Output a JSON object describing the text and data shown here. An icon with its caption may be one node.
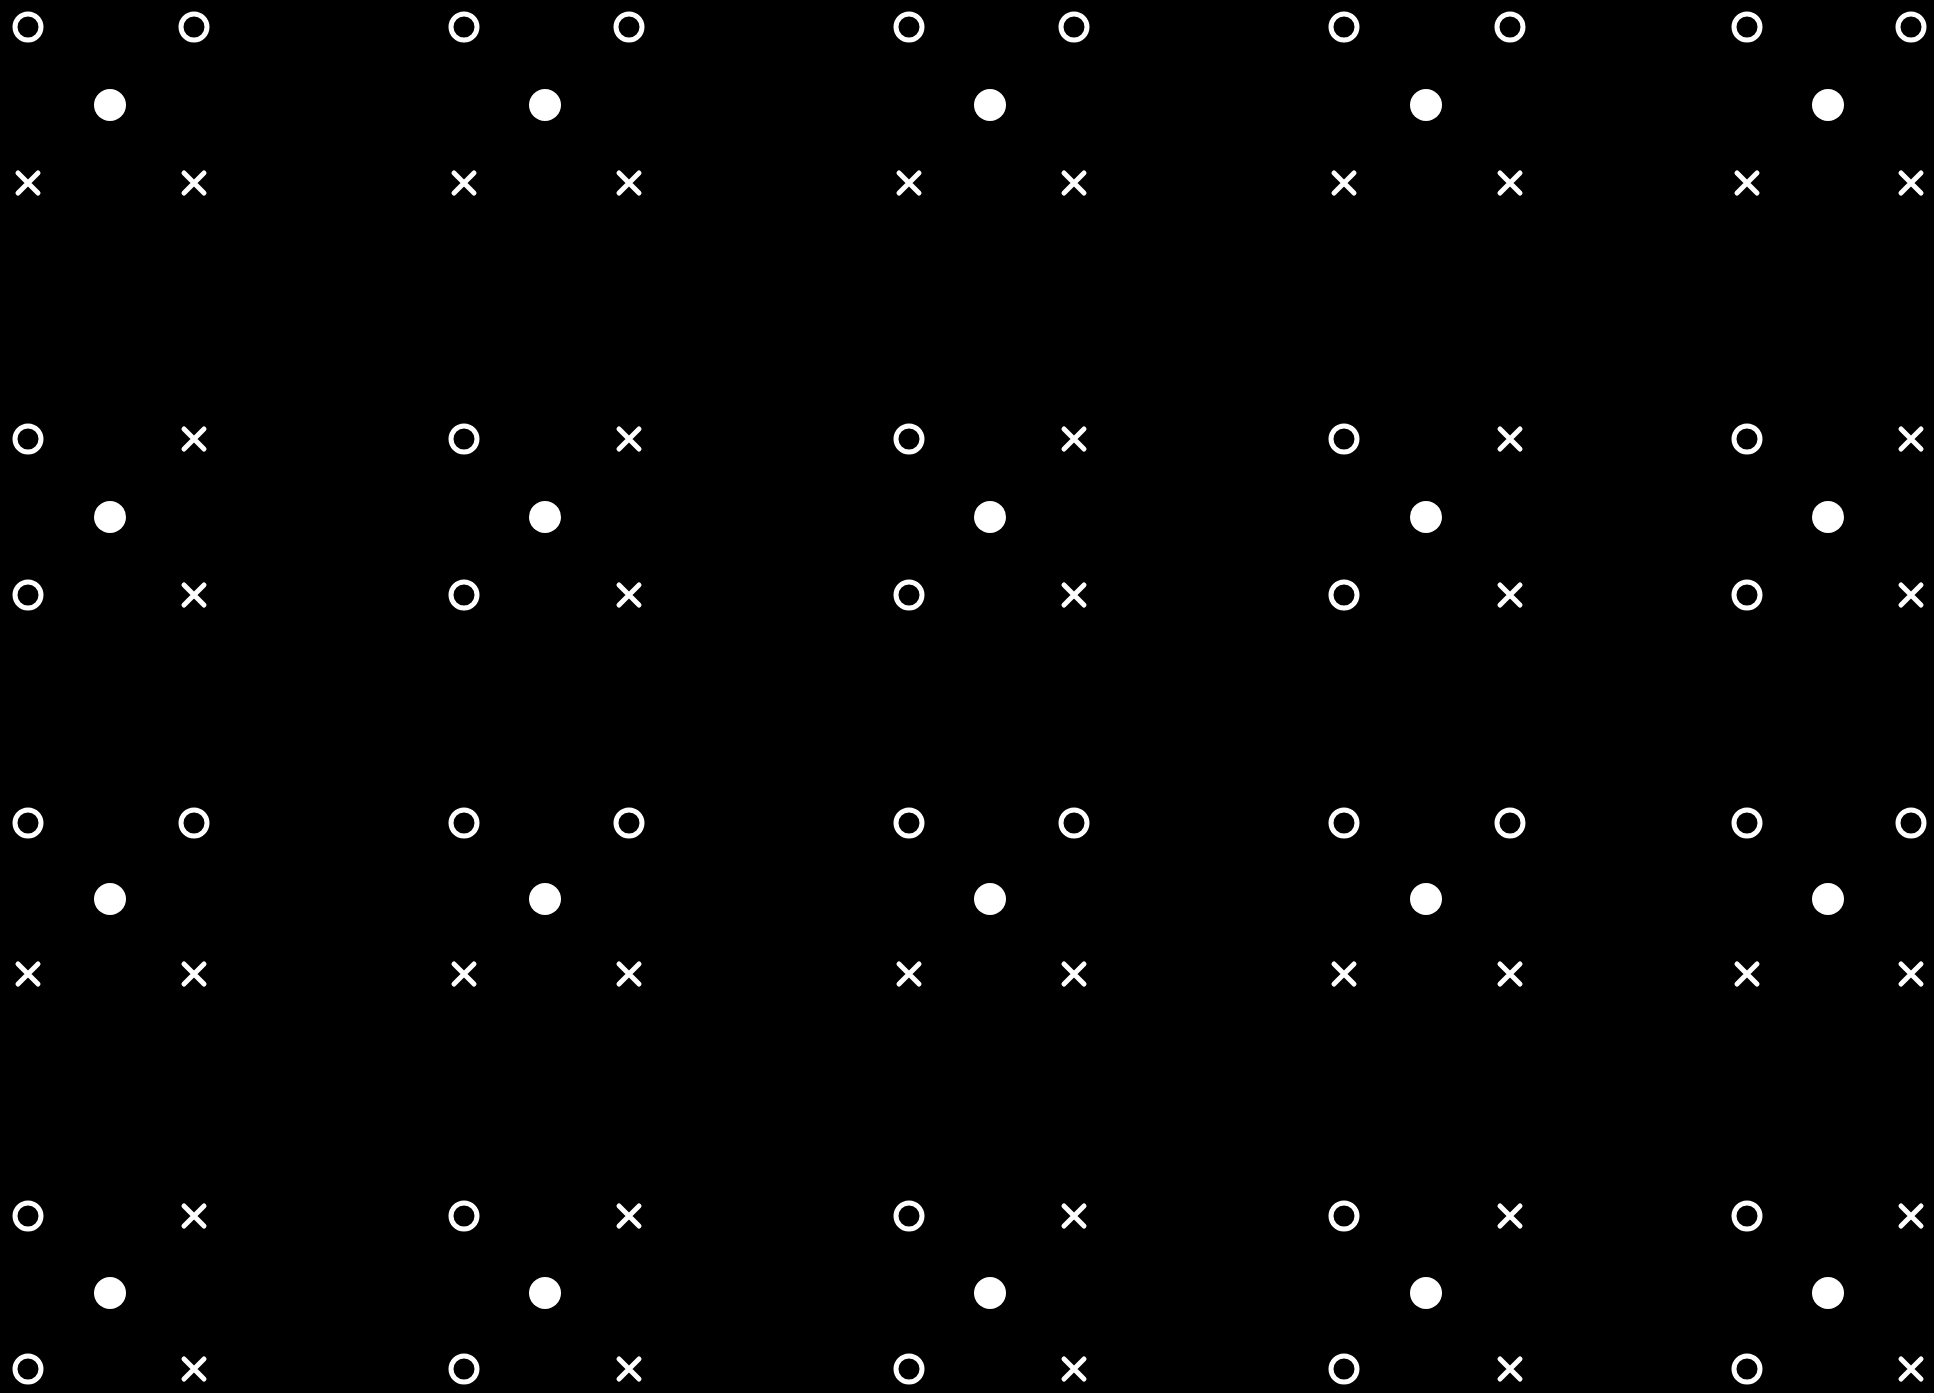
{
  "diagram": {
    "nodes": [
      {
        "text": [],
        "shape": "circle"
      },
      {
        "text": [],
        "shape": "circle"
      },
      {
        "text": [],
        "shape": "circle"
      },
      {
        "text": [],
        "shape": "circle"
      },
      {
        "text": [],
        "shape": "circle"
      },
      {
        "text": [],
        "shape": "circle"
      },
      {
        "text": [],
        "shape": "circle"
      },
      {
        "text": [],
        "shape": "circle"
      },
      {
        "text": [],
        "shape": "circle"
      },
      {
        "text": [],
        "shape": "circle"
      },
      {
        "text": [],
        "shape": "dot"
      },
      {
        "text": [],
        "shape": "dot"
      },
      {
        "text": [],
        "shape": "dot"
      },
      {
        "text": [],
        "shape": "dot"
      },
      {
        "text": [],
        "shape": "dot"
      },
      {
        "text": [],
        "shape": "cross"
      },
      {
        "text": [],
        "shape": "cross"
      },
      {
        "text": [],
        "shape": "cross"
      },
      {
        "text": [],
        "shape": "cross"
      },
      {
        "text": [],
        "shape": "cross"
      },
      {
        "text": [],
        "shape": "cross"
      },
      {
        "text": [],
        "shape": "cross"
      },
      {
        "text": [],
        "shape": "cross"
      },
      {
        "text": [],
        "shape": "cross"
      },
      {
        "text": [],
        "shape": "cross"
      },
      {
        "text": [],
        "shape": "circle"
      },
      {
        "text": [],
        "shape": "cross"
      },
      {
        "text": [],
        "shape": "circle"
      },
      {
        "text": [],
        "shape": "cross"
      },
      {
        "text": [],
        "shape": "circle"
      },
      {
        "text": [],
        "shape": "cross"
      },
      {
        "text": [],
        "shape": "circle"
      },
      {
        "text": [],
        "shape": "cross"
      },
      {
        "text": [],
        "shape": "circle"
      },
      {
        "text": [],
        "shape": "cross"
      },
      {
        "text": [],
        "shape": "dot"
      },
      {
        "text": [],
        "shape": "dot"
      },
      {
        "text": [],
        "shape": "dot"
      },
      {
        "text": [],
        "shape": "dot"
      },
      {
        "text": [],
        "shape": "dot"
      },
      {
        "text": [],
        "shape": "circle"
      },
      {
        "text": [],
        "shape": "cross"
      },
      {
        "text": [],
        "shape": "circle"
      },
      {
        "text": [],
        "shape": "cross"
      },
      {
        "text": [],
        "shape": "circle"
      },
      {
        "text": [],
        "shape": "cross"
      },
      {
        "text": [],
        "shape": "circle"
      },
      {
        "text": [],
        "shape": "cross"
      },
      {
        "text": [],
        "shape": "circle"
      },
      {
        "text": [],
        "shape": "cross"
      },
      {
        "text": [],
        "shape": "circle"
      },
      {
        "text": [],
        "shape": "circle"
      },
      {
        "text": [],
        "shape": "circle"
      },
      {
        "text": [],
        "shape": "circle"
      },
      {
        "text": [],
        "shape": "circle"
      },
      {
        "text": [],
        "shape": "circle"
      },
      {
        "text": [],
        "shape": "circle"
      },
      {
        "text": [],
        "shape": "circle"
      },
      {
        "text": [],
        "shape": "circle"
      },
      {
        "text": [],
        "shape": "circle"
      },
      {
        "text": [],
        "shape": "dot"
      },
      {
        "text": [],
        "shape": "dot"
      },
      {
        "text": [],
        "shape": "dot"
      },
      {
        "text": [],
        "shape": "dot"
      },
      {
        "text": [],
        "shape": "dot"
      },
      {
        "text": [],
        "shape": "cross"
      },
      {
        "text": [],
        "shape": "cross"
      },
      {
        "text": [],
        "shape": "cross"
      },
      {
        "text": [],
        "shape": "cross"
      },
      {
        "text": [],
        "shape": "cross"
      },
      {
        "text": [],
        "shape": "cross"
      },
      {
        "text": [],
        "shape": "cross"
      },
      {
        "text": [],
        "shape": "cross"
      },
      {
        "text": [],
        "shape": "cross"
      },
      {
        "text": [],
        "shape": "cross"
      },
      {
        "text": [],
        "shape": "circle"
      },
      {
        "text": [],
        "shape": "cross"
      },
      {
        "text": [],
        "shape": "circle"
      },
      {
        "text": [],
        "shape": "cross"
      },
      {
        "text": [],
        "shape": "circle"
      },
      {
        "text": [],
        "shape": "cross"
      },
      {
        "text": [],
        "shape": "circle"
      },
      {
        "text": [],
        "shape": "cross"
      },
      {
        "text": [],
        "shape": "circle"
      },
      {
        "text": [],
        "shape": "cross"
      },
      {
        "text": [],
        "shape": "dot"
      },
      {
        "text": [],
        "shape": "dot"
      },
      {
        "text": [],
        "shape": "dot"
      },
      {
        "text": [],
        "shape": "dot"
      },
      {
        "text": [],
        "shape": "dot"
      },
      {
        "text": [],
        "shape": "circle"
      },
      {
        "text": [],
        "shape": "cross"
      },
      {
        "text": [],
        "shape": "circle"
      },
      {
        "text": [],
        "shape": "cross"
      },
      {
        "text": [],
        "shape": "circle"
      },
      {
        "text": [],
        "shape": "cross"
      },
      {
        "text": [],
        "shape": "circle"
      },
      {
        "text": [],
        "shape": "cross"
      },
      {
        "text": [],
        "shape": "circle"
      },
      {
        "text": [],
        "shape": "cross"
      }
    ]
  }
}
